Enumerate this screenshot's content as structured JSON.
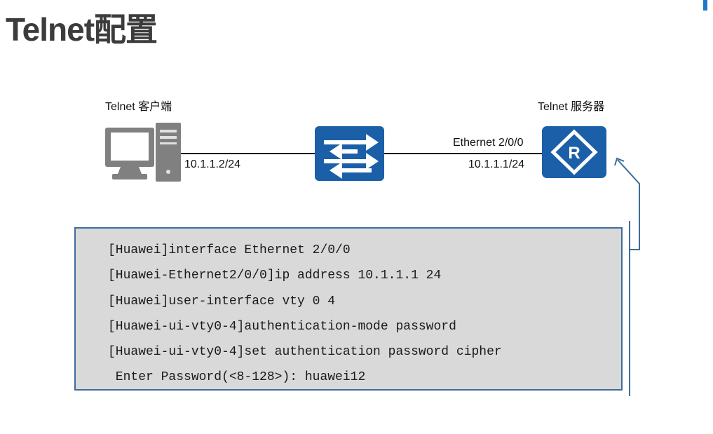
{
  "title": "Telnet配置",
  "colors": {
    "device_blue": "#1b5fa8",
    "arrow_blue": "#3e6d9c",
    "pc_gray": "#7f7f7f",
    "box_bg": "#d9d9d9",
    "corner_bar": "#1f77c9"
  },
  "diagram": {
    "client_label": "Telnet 客户端",
    "server_label": "Telnet 服务器",
    "client_ip": "10.1.1.2/24",
    "server_interface": "Ethernet 2/0/0",
    "server_ip": "10.1.1.1/24",
    "icons": {
      "client": "computer-icon",
      "switch": "switch-icon",
      "router": "router-icon"
    }
  },
  "commands": [
    "[Huawei]interface Ethernet 2/0/0",
    "[Huawei-Ethernet2/0/0]ip address 10.1.1.1 24",
    "[Huawei]user-interface vty 0 4",
    "[Huawei-ui-vty0-4]authentication-mode password",
    "[Huawei-ui-vty0-4]set authentication password cipher",
    " Enter Password(<8-128>): huawei12"
  ]
}
